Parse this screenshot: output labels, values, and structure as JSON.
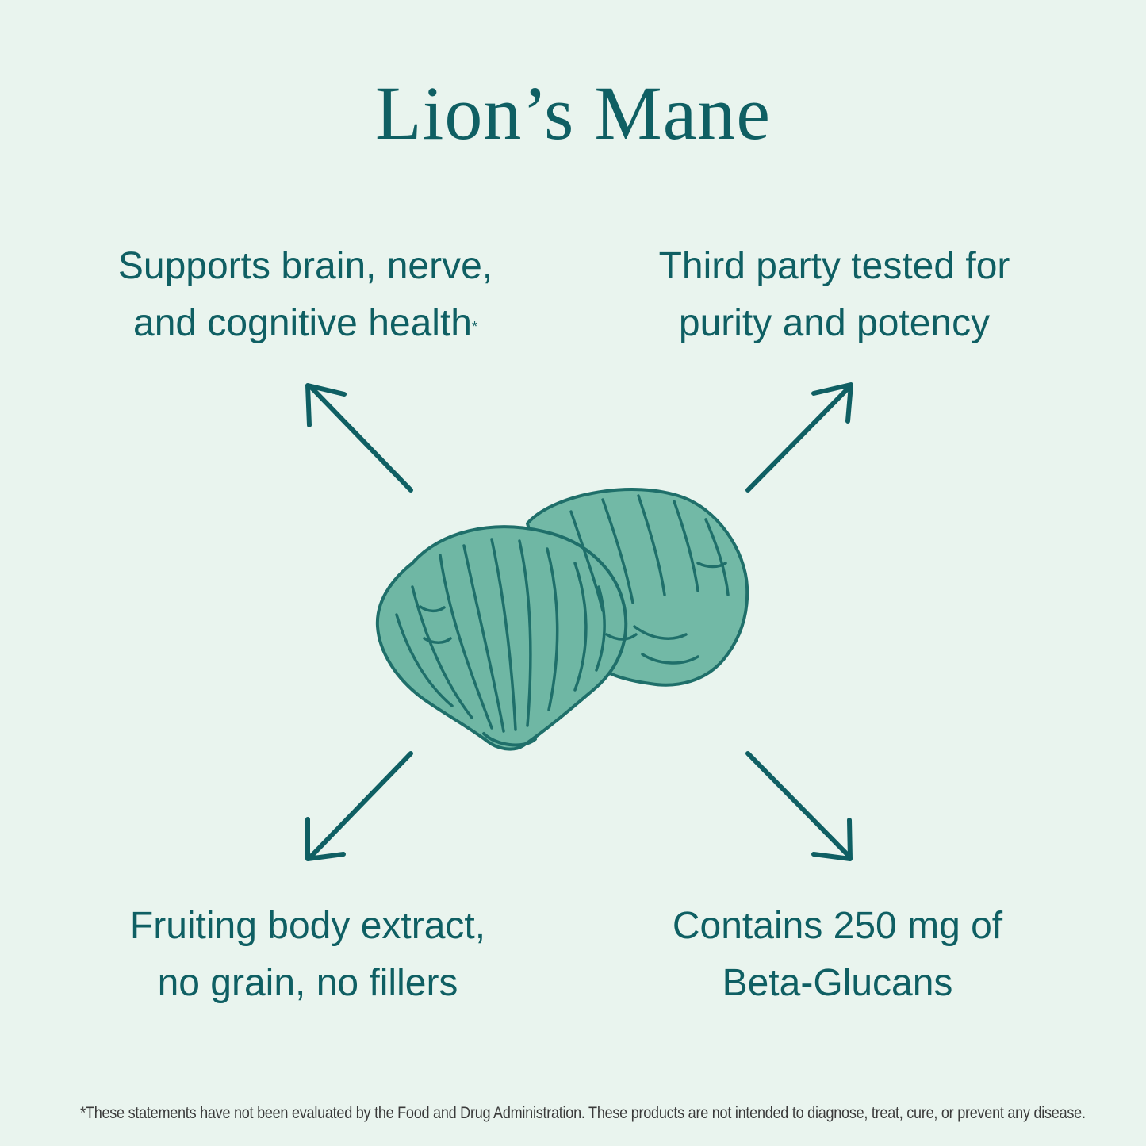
{
  "title": "Lion’s Mane",
  "features": {
    "top_left": {
      "line1": "Supports brain, nerve,",
      "line2": "and cognitive health",
      "mark": "*"
    },
    "top_right": {
      "line1": "Third party tested for",
      "line2": "purity and potency"
    },
    "bottom_left": {
      "line1": "Fruiting body extract,",
      "line2": "no grain, no fillers"
    },
    "bottom_right": {
      "line1": "Contains 250 mg of",
      "line2": "Beta-Glucans"
    }
  },
  "disclaimer": "*These statements have not been evaluated by the Food and Drug Administration. These products are not intended to diagnose, treat, cure, or prevent any disease.",
  "illustration": "lions-mane-mushroom",
  "colors": {
    "background": "#e9f4ee",
    "text": "#0f5f63",
    "mushroom_fill": "#6fb7a4",
    "mushroom_line": "#1f6f6a"
  }
}
